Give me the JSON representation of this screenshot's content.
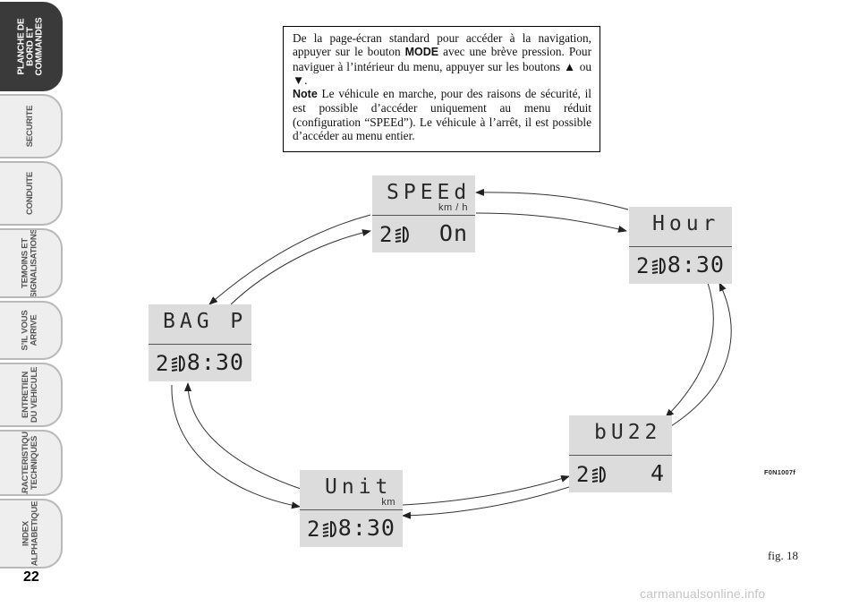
{
  "sidebar": {
    "tabs": [
      {
        "label": "PLANCHE DE\nBORD ET\nCOMMANDES",
        "active": true
      },
      {
        "label": "SECURITE",
        "active": false
      },
      {
        "label": "CONDUITE",
        "active": false
      },
      {
        "label": "TEMOINS ET\nSIGNALISATIONS",
        "active": false
      },
      {
        "label": "S’IL VOUS\nARRIVE",
        "active": false
      },
      {
        "label": "ENTRETIEN\nDU VEHICULE",
        "active": false
      },
      {
        "label": "CARACTERISTIQUES\nTECHNIQUES",
        "active": false
      },
      {
        "label": "INDEX\nALPHABETIQUE",
        "active": false
      }
    ]
  },
  "page_number": "22",
  "info": {
    "p1_a": "De la page-écran standard pour accéder à la navigation, appuyer sur le bouton ",
    "mode": "MODE",
    "p1_b": " avec une brève pression. Pour naviguer à l’intérieur du menu, appuyer sur les boutons ▲ ou ▼.",
    "note_label": "Note",
    "note_text": " Le véhicule en marche, pour des raisons de sécurité, il est possible d’accéder uniquement au menu réduit (configuration “SPEEd”). Le véhicule à l’arrêt, il est possible d’accéder au menu entier."
  },
  "displays": {
    "speed": {
      "title": "SPEEd",
      "unit": "km / h",
      "gear": "2",
      "value": "On"
    },
    "hour": {
      "title": "Hour",
      "unit": "",
      "gear": "2",
      "value": "8:30"
    },
    "buzz": {
      "title": "bU22",
      "unit": "",
      "gear": "2",
      "value": "4"
    },
    "unit": {
      "title": "Unit",
      "unit": "km",
      "gear": "2",
      "value": "8:30"
    },
    "bag": {
      "title": "BAG P",
      "unit": "",
      "gear": "2",
      "value": "8:30"
    }
  },
  "figure": {
    "code": "F0N1007f",
    "caption": "fig. 18"
  },
  "watermark": "carmanualsonline.info"
}
